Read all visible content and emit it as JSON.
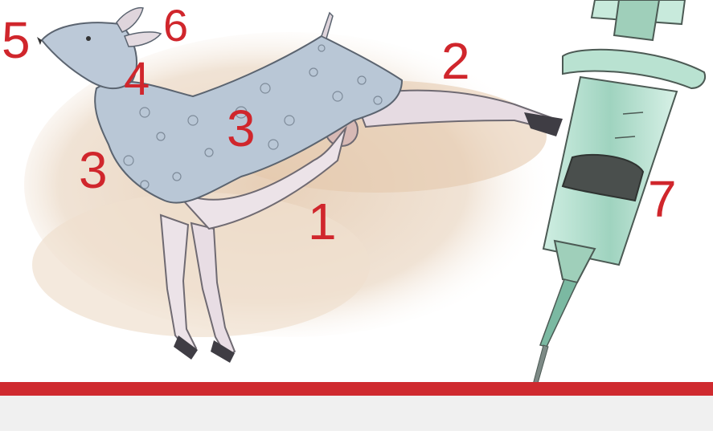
{
  "labels": {
    "one": "1",
    "two": "2",
    "three_body": "3",
    "three_neck": "3",
    "four": "4",
    "five": "5",
    "six": "6",
    "seven": "7"
  },
  "icons": {
    "animal": "lamb-illustration-icon",
    "syringe": "syringe-icon"
  },
  "colors": {
    "label_red": "#d0262c",
    "band_red": "#cf2a2f",
    "footer_grey": "#f0f0f0",
    "wool": "#b9c7d6",
    "ground": "#e2c7ad",
    "syringe_green": "#a9d9c6"
  }
}
